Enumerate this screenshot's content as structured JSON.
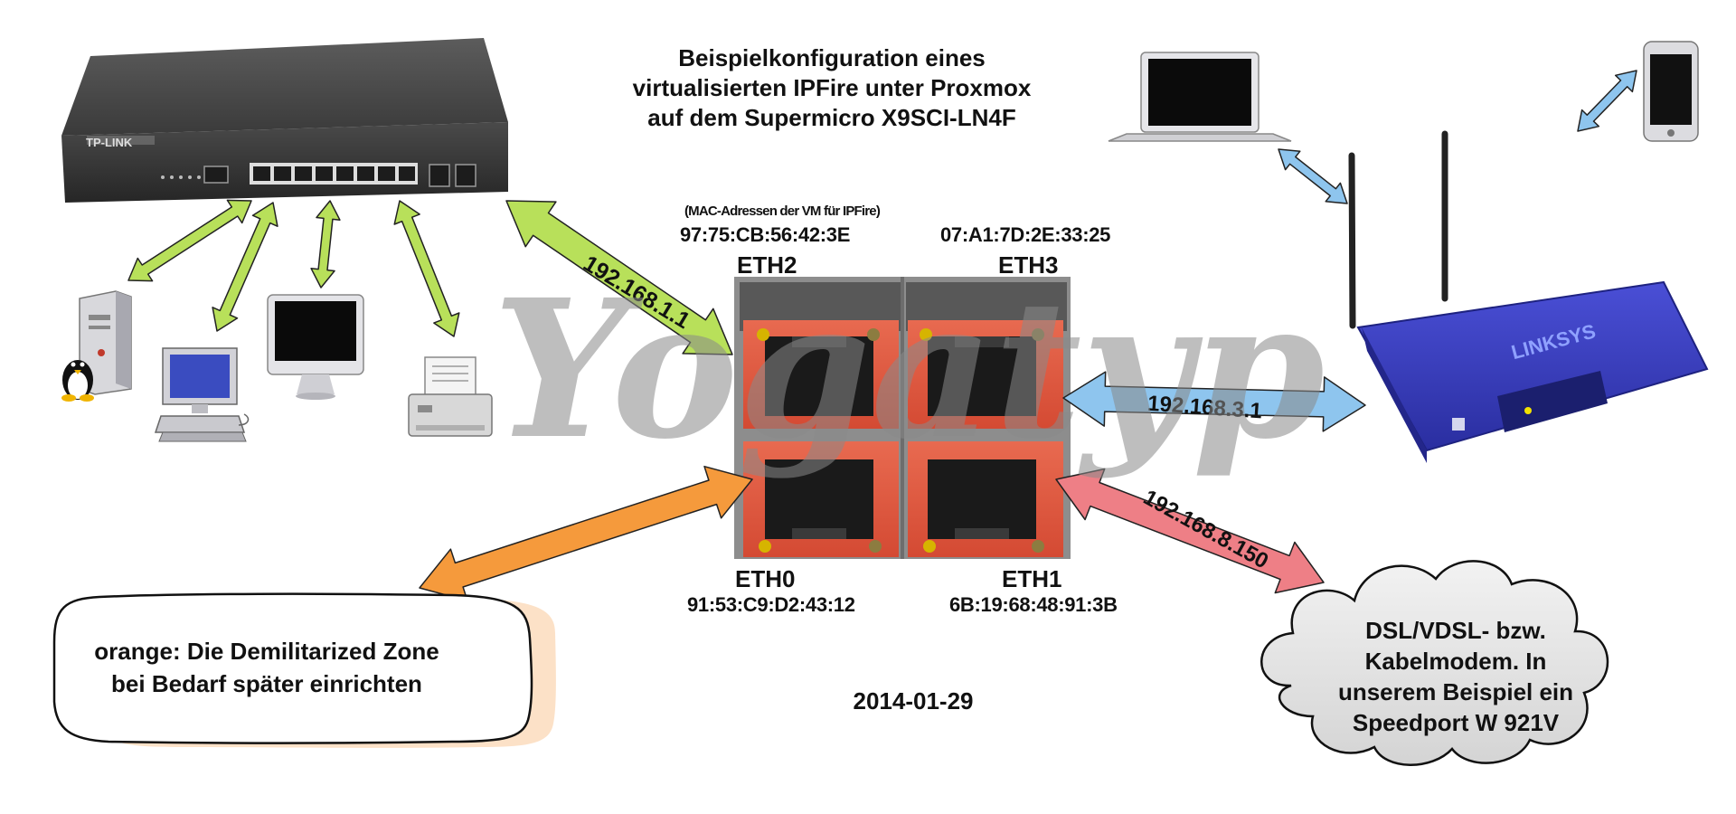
{
  "diagram": {
    "title": "Beispielkonfiguration eines virtualisierten IPFire unter Proxmox auf dem Supermicro X9SCI-LN4F",
    "mac_note": "(MAC-Adressen der VM für IPFire)",
    "ports": {
      "eth2": {
        "name": "ETH2",
        "mac": "97:75:CB:56:42:3E"
      },
      "eth3": {
        "name": "ETH3",
        "mac": "07:A1:7D:2E:33:25"
      },
      "eth0": {
        "name": "ETH0",
        "mac": "91:53:C9:D2:43:12"
      },
      "eth1": {
        "name": "ETH1",
        "mac": "6B:19:68:48:91:3B"
      }
    },
    "links": {
      "green": {
        "ip": "192.168.1.1",
        "color": "#b8e05a"
      },
      "blue": {
        "ip": "192.168.3.1",
        "color": "#8ec5ee"
      },
      "red": {
        "ip": "192.168.8.150",
        "color": "#ee7f86"
      },
      "orange": {
        "color": "#f59a3c"
      }
    },
    "switch_brand": "TP-LINK",
    "router_brand": "LINKSYS",
    "zone_text": "orange: Die Demilitarized Zone bei Bedarf später einrichten",
    "modem_text": "DSL/VDSL- bzw. Kabelmodem. In unserem Beispiel ein Speedport W 921V",
    "date": "2014-01-29",
    "watermark": "Yogatyp"
  }
}
